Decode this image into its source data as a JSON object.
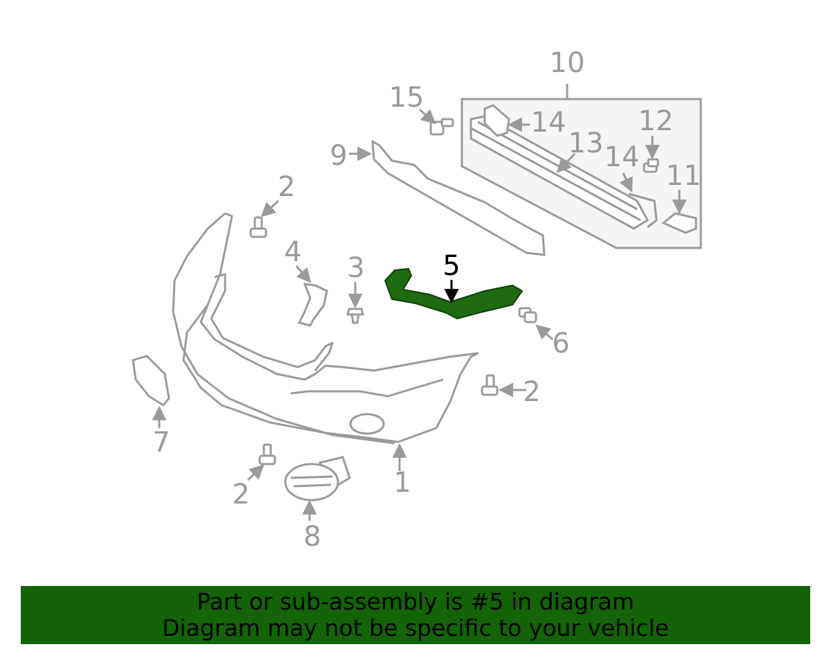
{
  "diagram": {
    "callouts": {
      "c1": "1",
      "c2a": "2",
      "c2b": "2",
      "c2c": "2",
      "c3": "3",
      "c4": "4",
      "c5": "5",
      "c6": "6",
      "c7": "7",
      "c8": "8",
      "c9": "9",
      "c10": "10",
      "c11": "11",
      "c12": "12",
      "c13": "13",
      "c14a": "14",
      "c14b": "14",
      "c15": "15"
    },
    "highlighted_part": "5",
    "colors": {
      "outline": "#9a9a9a",
      "highlight_fill": "#1e6b10",
      "subassembly_box_fill": "#f5f5f5"
    }
  },
  "banner": {
    "line1": "Part or sub-assembly is #5 in diagram",
    "line2": "Diagram may not be specific to your vehicle",
    "background": "#136307"
  }
}
